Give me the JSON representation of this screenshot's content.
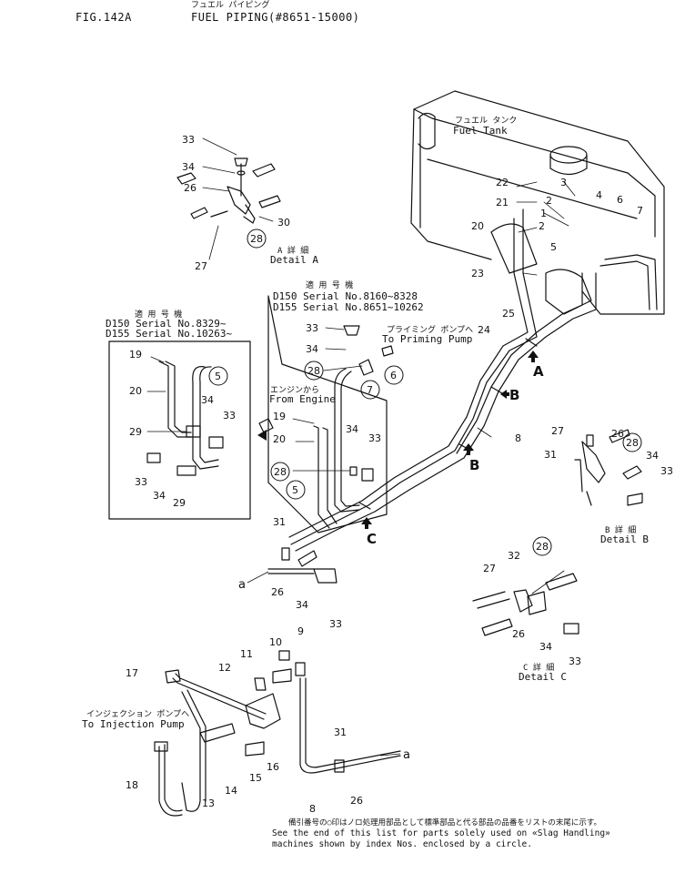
{
  "header": {
    "fig": "FIG.142A",
    "title_jp": "フュエル パイピング",
    "title": "FUEL PIPING(#8651-15000)"
  },
  "tank": {
    "label_jp": "フュエル タンク",
    "label": "Fuel Tank"
  },
  "details": {
    "a": {
      "jp": "A 詳 細",
      "en": "Detail A"
    },
    "b": {
      "jp": "B 詳 細",
      "en": "Detail B"
    },
    "c": {
      "jp": "C 詳 細",
      "en": "Detail C"
    }
  },
  "serial_box_left": {
    "jp": "適 用 号 機",
    "line1": "D150 Serial No.8329~",
    "line2": "D155 Serial No.10263~"
  },
  "serial_box_center": {
    "jp": "適 用 号 機",
    "line1": "D150 Serial No.8160~8328",
    "line2": "D155 Serial No.8651~10262"
  },
  "from_engine": {
    "jp": "エンジンから",
    "en": "From Engine"
  },
  "priming": {
    "jp": "プライミング ポンプへ",
    "en": "To Priming Pump"
  },
  "injection": {
    "jp": "インジェクション ポンプへ",
    "en": "To Injection Pump"
  },
  "view_marks": [
    "A",
    "B",
    "B",
    "C"
  ],
  "connector_marks": [
    "a",
    "a"
  ],
  "callouts": {
    "detailA": [
      "33",
      "34",
      "26",
      "30",
      "28",
      "27"
    ],
    "tank": [
      "3",
      "22",
      "21",
      "4",
      "6",
      "7",
      "2",
      "1",
      "2",
      "20",
      "5",
      "23",
      "24",
      "25"
    ],
    "left": [
      "19",
      "20",
      "5",
      "34",
      "33",
      "29",
      "33",
      "34",
      "29"
    ],
    "center": [
      "33",
      "34",
      "28",
      "7",
      "6",
      "19",
      "20",
      "34",
      "33",
      "28",
      "5"
    ],
    "right": [
      "8"
    ],
    "detailB": [
      "27",
      "26",
      "28",
      "31",
      "34",
      "33"
    ],
    "mid": [
      "31",
      "26",
      "34",
      "33"
    ],
    "detailC": [
      "27",
      "32",
      "28",
      "26",
      "34",
      "33"
    ],
    "bottom": [
      "9",
      "10",
      "11",
      "12",
      "17",
      "13",
      "14",
      "15",
      "16",
      "18",
      "31",
      "26",
      "8"
    ]
  },
  "footnote": {
    "jp": "備引番号の○印はノロ処理用部品として標準部品と代る部品の品番をリストの末尾に示す。",
    "line1": "See the end of this list for parts solely used on «Slag Handling»",
    "line2": "machines shown by index Nos. enclosed by a circle."
  }
}
